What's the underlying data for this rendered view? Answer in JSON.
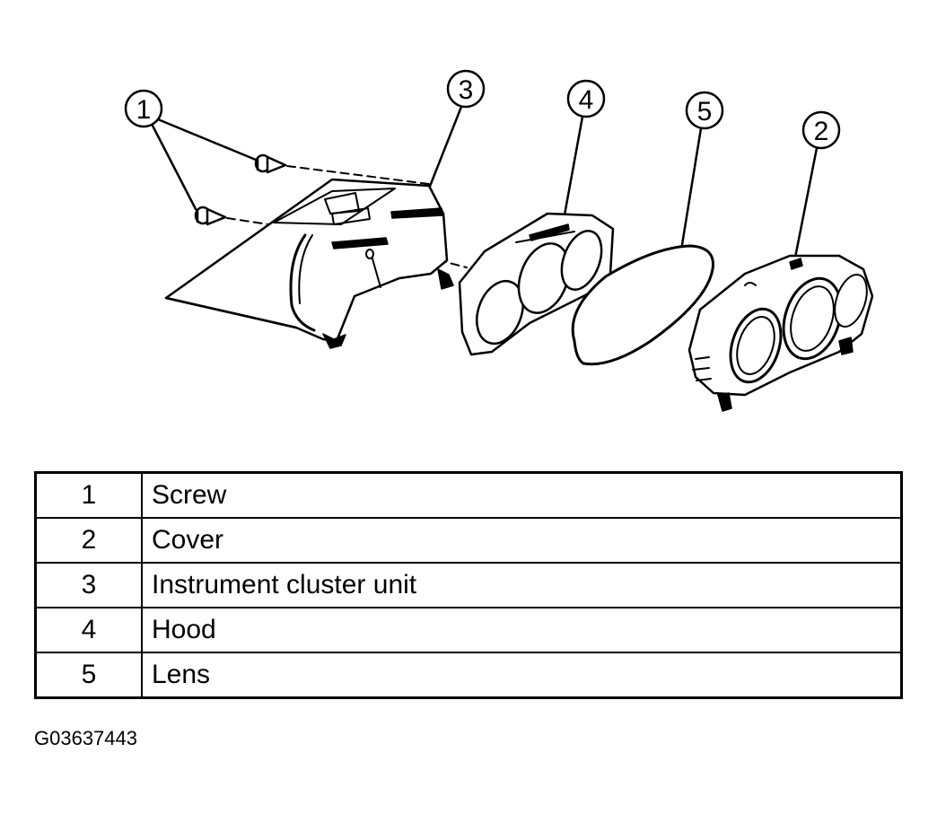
{
  "diagram": {
    "callouts": [
      {
        "label": "1"
      },
      {
        "label": "2"
      },
      {
        "label": "3"
      },
      {
        "label": "4"
      },
      {
        "label": "5"
      }
    ]
  },
  "legend": {
    "rows": [
      {
        "number": "1",
        "description": "Screw"
      },
      {
        "number": "2",
        "description": "Cover"
      },
      {
        "number": "3",
        "description": "Instrument cluster unit"
      },
      {
        "number": "4",
        "description": "Hood"
      },
      {
        "number": "5",
        "description": "Lens"
      }
    ]
  },
  "figure_id": "G03637443"
}
